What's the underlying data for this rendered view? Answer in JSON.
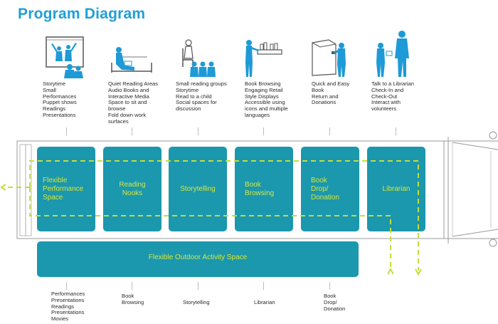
{
  "title": "Program Diagram",
  "top_descriptions": [
    "Storytime\nSmall\nPerformances\nPuppet shows\nReadings\nPresentations",
    "Quiet Reading Areas\nAudio Books and\nInteractive Media\nSpace to sit and\nbrowse\nFold down work\nsurfaces",
    "Small reading groups\nStorytime\nRead to a child\nSocial spaces for\ndiscussion",
    "Book Browsing\nEngaging Retail\nStyle Displays\nAccessible  using\nicons and multiple\nlanguages",
    "Quick and Easy\nBook\nReturn and\nDonations",
    "Talk to a Librarian\nCheck-In and\nCheck-Out\nInteract with\nvolunteers"
  ],
  "rooms": [
    "Flexible\nPerformance\nSpace",
    "Reading\nNooks",
    "Storytelling",
    "Book\nBrowsing",
    "Book\nDrop/\nDonation",
    "Librarian"
  ],
  "outdoor_label": "Flexible Outdoor Activity Space",
  "bottom_descriptions": [
    "Performances\nPresentations\nReadings\nPresentations\nMovies",
    "Book\nBrowsing",
    "Storytelling",
    "Librarian",
    "Book\nDrop/\nDonation"
  ],
  "icons": [
    "performance-icon",
    "reading-nook-icon",
    "storytelling-icon",
    "book-browsing-icon",
    "book-drop-icon",
    "librarian-icon"
  ],
  "colors": {
    "title": "#1f9fd8",
    "room": "#1b97ae",
    "room_text": "#d7e83a",
    "path": "#c5dd3c",
    "icon": "#1e9ad6"
  }
}
